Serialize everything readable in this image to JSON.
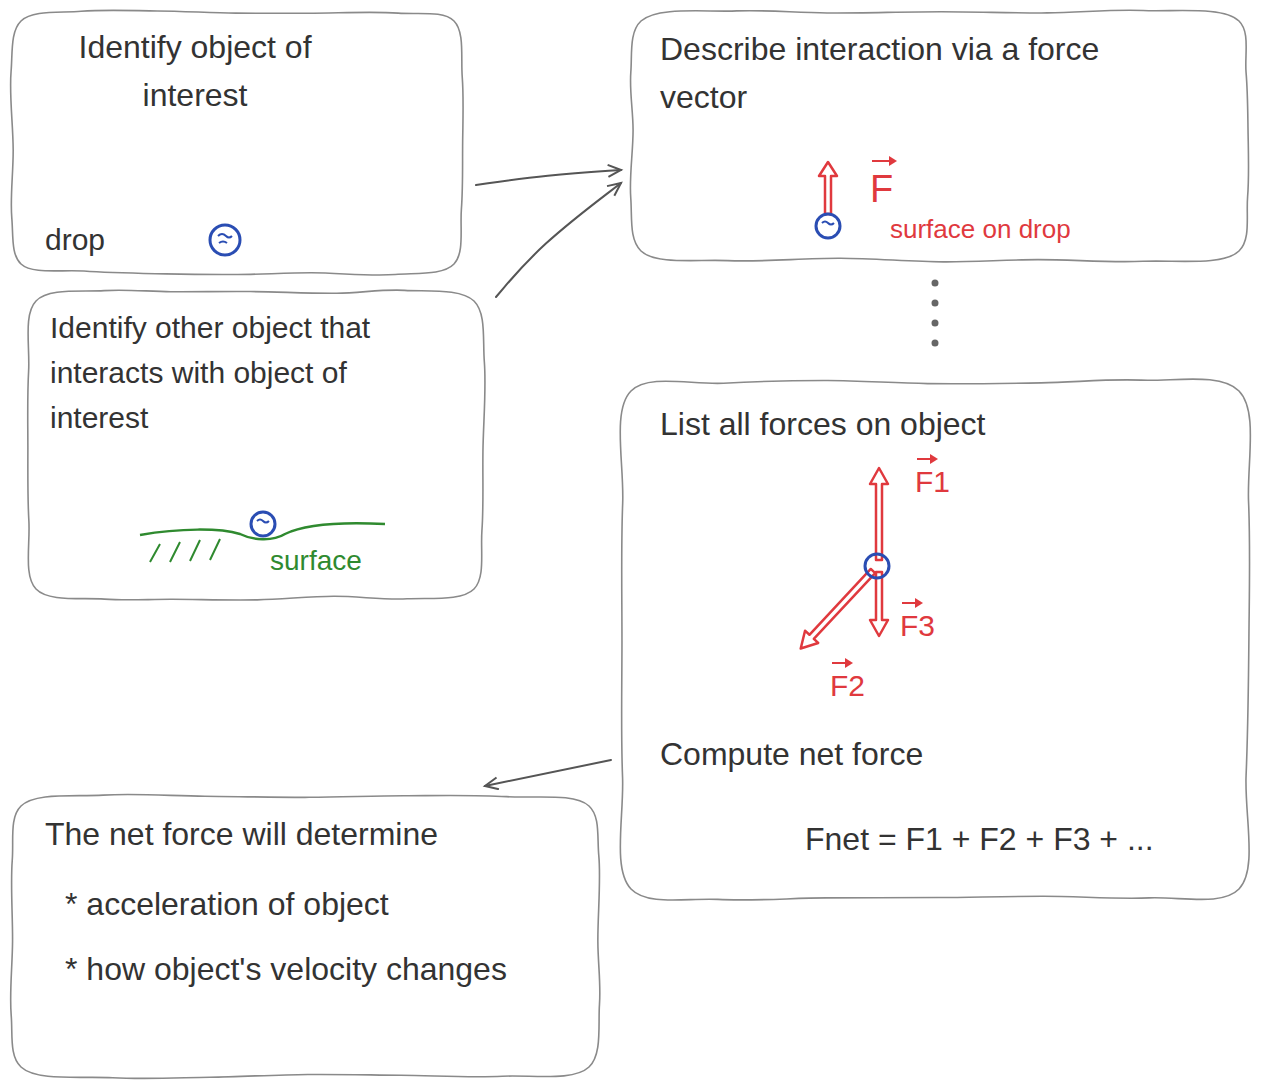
{
  "diagram": {
    "nodes": [
      {
        "text": [
          "Identify object of interest",
          "drop"
        ]
      },
      {
        "text": [
          "Describe interaction via a force vector",
          "F",
          "surface on drop"
        ]
      },
      {
        "text": [
          "Identify other object that interacts with object of interest",
          "surface"
        ]
      },
      {
        "text": [
          "List all forces on object",
          "F1",
          "F3",
          "F2",
          "Compute net force",
          "Fnet = F1 + F2 + F3 + ..."
        ]
      },
      {
        "text": [
          "The net force will determine",
          "* acceleration of object",
          "* how object's velocity changes"
        ]
      }
    ],
    "edges": [
      {
        "from": 0,
        "to": 1,
        "arrow": "to"
      },
      {
        "from": 2,
        "to": 1,
        "arrow": "to"
      },
      {
        "from": 1,
        "to": 3,
        "arrow": "none"
      },
      {
        "from": 3,
        "to": 4,
        "arrow": "to"
      }
    ]
  }
}
